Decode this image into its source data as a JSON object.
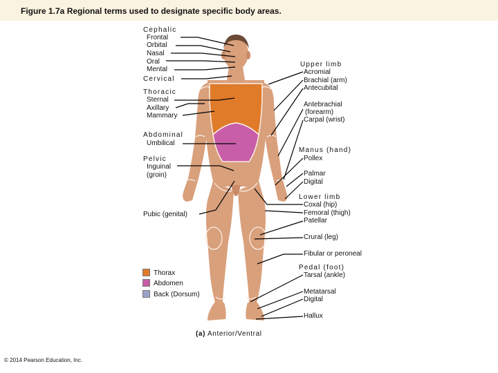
{
  "title": "Figure 1.7a  Regional terms used to designate specific body areas.",
  "left_labels": {
    "cephalic": "Cephalic",
    "frontal": "Frontal",
    "orbital": "Orbital",
    "nasal": "Nasal",
    "oral": "Oral",
    "mental": "Mental",
    "cervical": "Cervical",
    "thoracic": "Thoracic",
    "sternal": "Sternal",
    "axillary": "Axillary",
    "mammary": "Mammary",
    "abdominal": "Abdominal",
    "umbilical": "Umbilical",
    "pelvic": "Pelvic",
    "inguinal": "Inguinal",
    "groin": "(groin)",
    "pubic": "Pubic (genital)"
  },
  "right_labels": {
    "upper_limb": "Upper limb",
    "acromial": "Acromial",
    "brachial": "Brachial (arm)",
    "antecubital": "Antecubital",
    "antebrachial": "Antebrachial",
    "forearm": "(forearm)",
    "carpal": "Carpal (wrist)",
    "manus": "Manus (hand)",
    "pollex": "Pollex",
    "palmar": "Palmar",
    "digital_hand": "Digital",
    "lower_limb": "Lower limb",
    "coxal": "Coxal (hip)",
    "femoral": "Femoral (thigh)",
    "patellar": "Patellar",
    "crural": "Crural (leg)",
    "fibular": "Fibular or peroneal",
    "pedal": "Pedal (foot)",
    "tarsal": "Tarsal (ankle)",
    "metatarsal": "Metatarsal",
    "digital_foot": "Digital",
    "hallux": "Hallux"
  },
  "legend": [
    {
      "label": "Thorax",
      "color": "#e07b2a"
    },
    {
      "label": "Abdomen",
      "color": "#c85ea8"
    },
    {
      "label": "Back (Dorsum)",
      "color": "#9aa3c8"
    }
  ],
  "caption": {
    "letter": "(a)",
    "text": "Anterior/Ventral"
  },
  "copyright": "© 2014 Pearson Education, Inc.",
  "colors": {
    "skin": "#d9a07c",
    "skin_shadow": "#c98a66",
    "thorax": "#e07b2a",
    "abdomen": "#c85ea8",
    "region_outline": "#fbeee4",
    "title_bar": "#fbf3e1"
  }
}
